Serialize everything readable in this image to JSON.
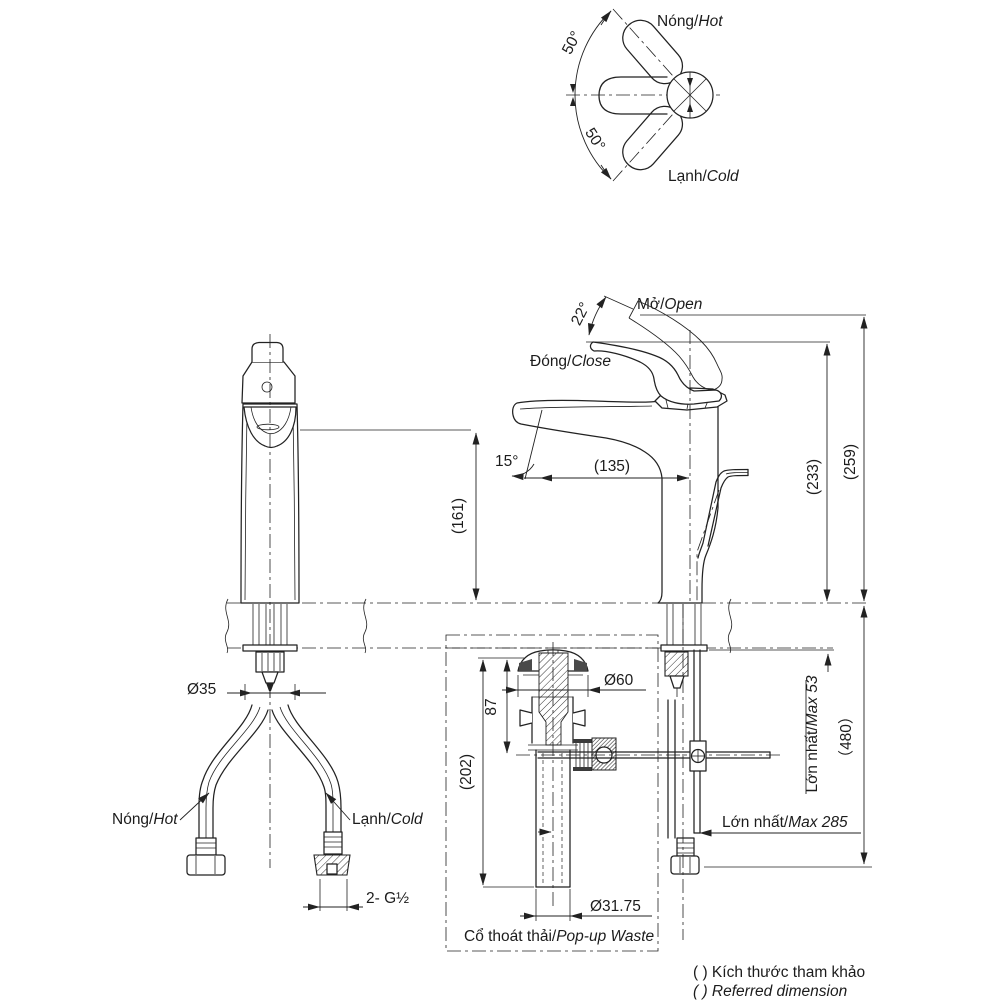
{
  "top_view": {
    "hot_vi": "Nóng/",
    "hot_en": "Hot",
    "cold_vi": "Lạnh/",
    "cold_en": "Cold",
    "angle_upper": "50°",
    "angle_lower": "50°"
  },
  "side_view": {
    "open_vi": "Mở/",
    "open_en": "Open",
    "close_vi": "Đóng/",
    "close_en": "Close",
    "handle_angle": "22°",
    "spout_angle": "15°",
    "spout_reach": "(135)",
    "spout_height": "(161)",
    "height_closed": "(233)",
    "height_open": "(259)"
  },
  "installation": {
    "shank_diameter": "Ø35",
    "hot_vi": "Nóng/",
    "hot_en": "Hot",
    "cold_vi": "Lạnh/",
    "cold_en": "Cold",
    "supply_thread": "2- G½",
    "max_deck_vi": "Lớn nhất/",
    "max_deck_en": "Max 53",
    "below_deck_total": "（480）",
    "max_rod_vi": "Lớn nhất/",
    "max_rod_en": "Max 285"
  },
  "popup_waste": {
    "title_vi": "Cổ thoát thải/",
    "title_en": "Pop-up Waste",
    "cap_diameter": "Ø60",
    "cap_depth": "87",
    "total_length": "(202)",
    "pipe_diameter": "Ø31.75"
  },
  "notes": {
    "referred_vi": "( ) Kích thước tham khảo",
    "referred_en": "( ) Referred dimension"
  },
  "colors": {
    "line": "#222222",
    "background": "#ffffff"
  }
}
